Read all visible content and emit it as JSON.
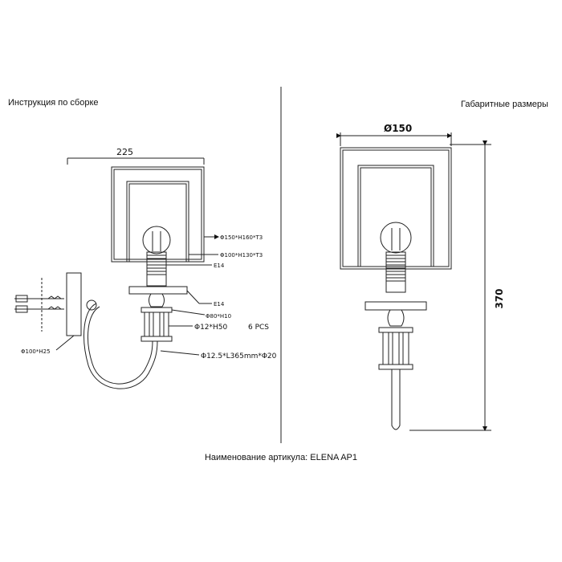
{
  "headings": {
    "left": "Инструкция по сборке",
    "right": "Габаритные размеры"
  },
  "article": "Наименование артикула: ELENA AP1",
  "assembly_labels": {
    "width": "225",
    "outer_shade": "Φ150*H160*T3",
    "inner_shade": "Φ100*H130*T3",
    "socket_top": "E14",
    "socket_mid": "E14",
    "ring": "Φ80*H10",
    "rod": "Φ12*H50",
    "rod_count": "6 PCS",
    "arm": "Φ12.5*L365mm*Φ20",
    "wall_plate": "Φ100*H25"
  },
  "dimension_labels": {
    "diameter": "Ø150",
    "height": "370"
  }
}
